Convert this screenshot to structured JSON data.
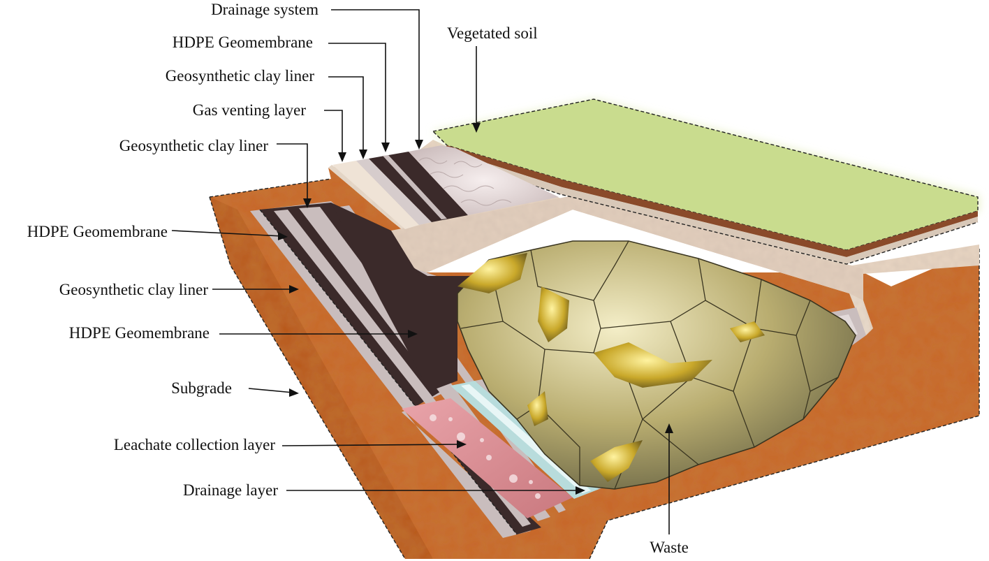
{
  "labels": {
    "drainage_system": "Drainage system",
    "hdpe_top": "HDPE Geomembrane",
    "gcl_top": "Geosynthetic clay liner",
    "gas_venting": "Gas venting layer",
    "vegetated_soil": "Vegetated soil",
    "gcl_side_upper": "Geosynthetic clay liner",
    "hdpe_side_upper": "HDPE Geomembrane",
    "gcl_side_lower": "Geosynthetic clay liner",
    "hdpe_side_lower": "HDPE Geomembrane",
    "subgrade": "Subgrade",
    "leachate_collection": "Leachate collection layer",
    "drainage_layer": "Drainage layer",
    "waste": "Waste"
  },
  "colors": {
    "subgrade": "#c8662a",
    "vegetated_soil": "#c9dc8e",
    "cover_soil": "#e8d5c3",
    "geomembrane": "#3b2a2a",
    "clay_liner": "#c9bdbd",
    "leachate": "#d9888e",
    "drainage": "#b8dcdc",
    "waste": "#b9ad70"
  }
}
